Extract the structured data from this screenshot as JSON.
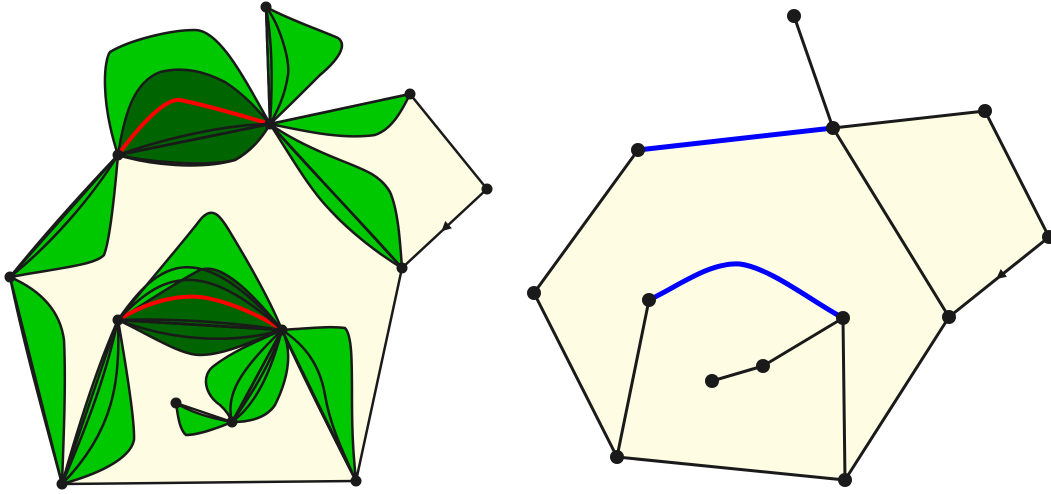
{
  "colors": {
    "face": "#fefde3",
    "edge": "#1a1a1a",
    "petal_light": "#00c800",
    "petal_dark": "#006400",
    "highlight_left": "#ff0000",
    "highlight_right": "#0000ff",
    "background": "#ffffff"
  },
  "left_diagram": {
    "description_vertices": 14,
    "petal_colors": [
      "light",
      "dark"
    ]
  },
  "right_diagram": {
    "description_vertices": 14
  }
}
